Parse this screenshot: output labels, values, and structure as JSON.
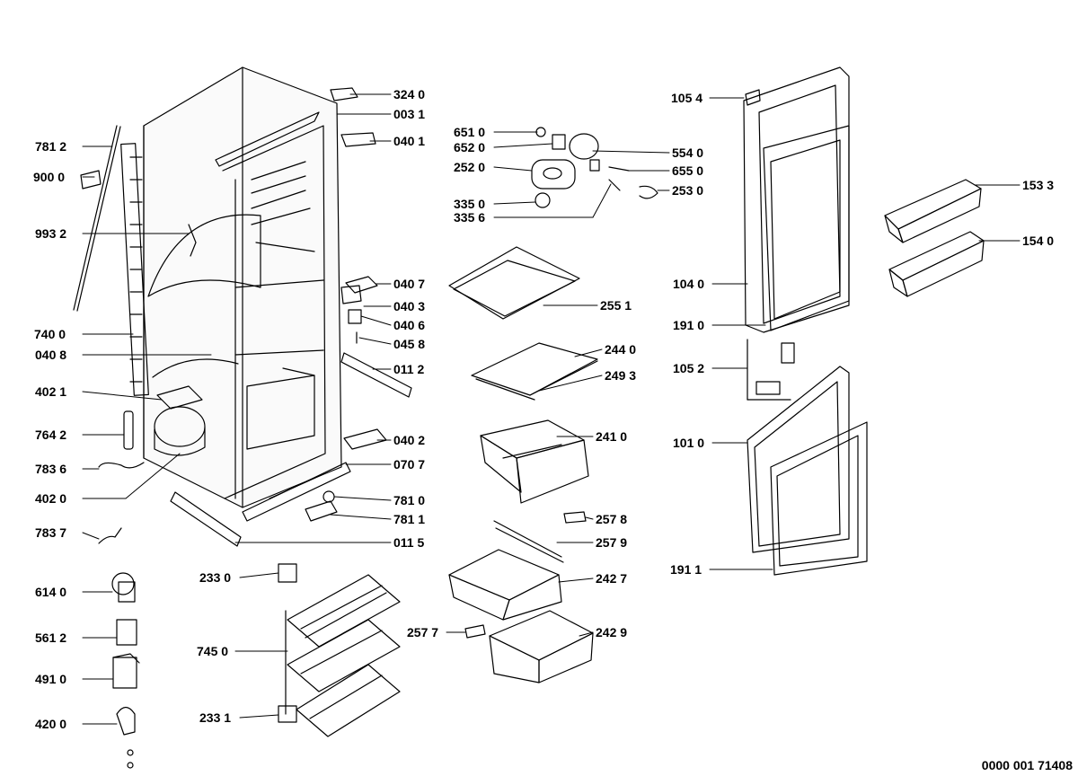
{
  "labels": [
    "324 0",
    "003 1",
    "040 1",
    "781 2",
    "900 0",
    "993 2",
    "740 0",
    "040 8",
    "402 1",
    "764 2",
    "783 6",
    "402 0",
    "783 7",
    "614 0",
    "561 2",
    "491 0",
    "420 0",
    "040 7",
    "040 3",
    "040 6",
    "045 8",
    "011 2",
    "040 2",
    "070 7",
    "781 0",
    "781 1",
    "011 5",
    "233 0",
    "745 0",
    "233 1",
    "651 0",
    "652 0",
    "252 0",
    "335 0",
    "335 6",
    "554 0",
    "655 0",
    "253 0",
    "255 1",
    "244 0",
    "249 3",
    "241 0",
    "257 8",
    "257 9",
    "242 7",
    "257 7",
    "242 9",
    "105 4",
    "104 0",
    "191 0",
    "105 2",
    "101 0",
    "191 1",
    "153 3",
    "154 0"
  ],
  "reference": "0000 001 71408",
  "colors": {
    "line": "#000000",
    "background": "#ffffff"
  }
}
